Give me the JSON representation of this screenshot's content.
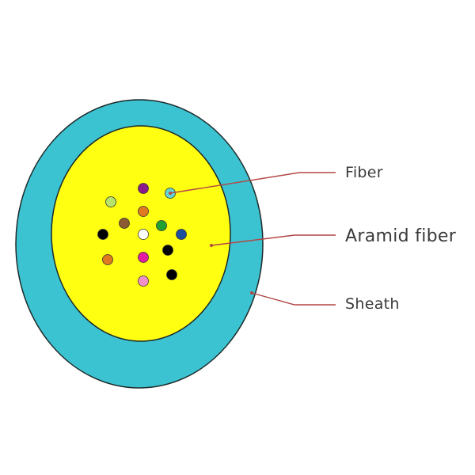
{
  "diagram": {
    "labels": {
      "fiber": "Fiber",
      "aramid": "Aramid fiber",
      "sheath": "Sheath"
    },
    "colors": {
      "sheath": "#3cc3d1",
      "aramid": "#ffff11",
      "outline": "#1e2a2a",
      "leader": "#b34545"
    },
    "fibers": [
      {
        "name": "fiber-light-green",
        "color": "#b7e36a"
      },
      {
        "name": "fiber-purple",
        "color": "#8b1b8a"
      },
      {
        "name": "fiber-aqua",
        "color": "#64d6d6"
      },
      {
        "name": "fiber-brown",
        "color": "#8b5a32"
      },
      {
        "name": "fiber-orange",
        "color": "#e07a21"
      },
      {
        "name": "fiber-green",
        "color": "#22a032"
      },
      {
        "name": "fiber-black-left",
        "color": "#000000"
      },
      {
        "name": "fiber-white",
        "color": "#ffffff"
      },
      {
        "name": "fiber-blue",
        "color": "#1d4f9e"
      },
      {
        "name": "fiber-black-right",
        "color": "#000000"
      },
      {
        "name": "fiber-orange-left",
        "color": "#e07a21"
      },
      {
        "name": "fiber-magenta",
        "color": "#e21aa2"
      },
      {
        "name": "fiber-black-bottom",
        "color": "#000000"
      },
      {
        "name": "fiber-pink",
        "color": "#f291c8"
      }
    ]
  }
}
